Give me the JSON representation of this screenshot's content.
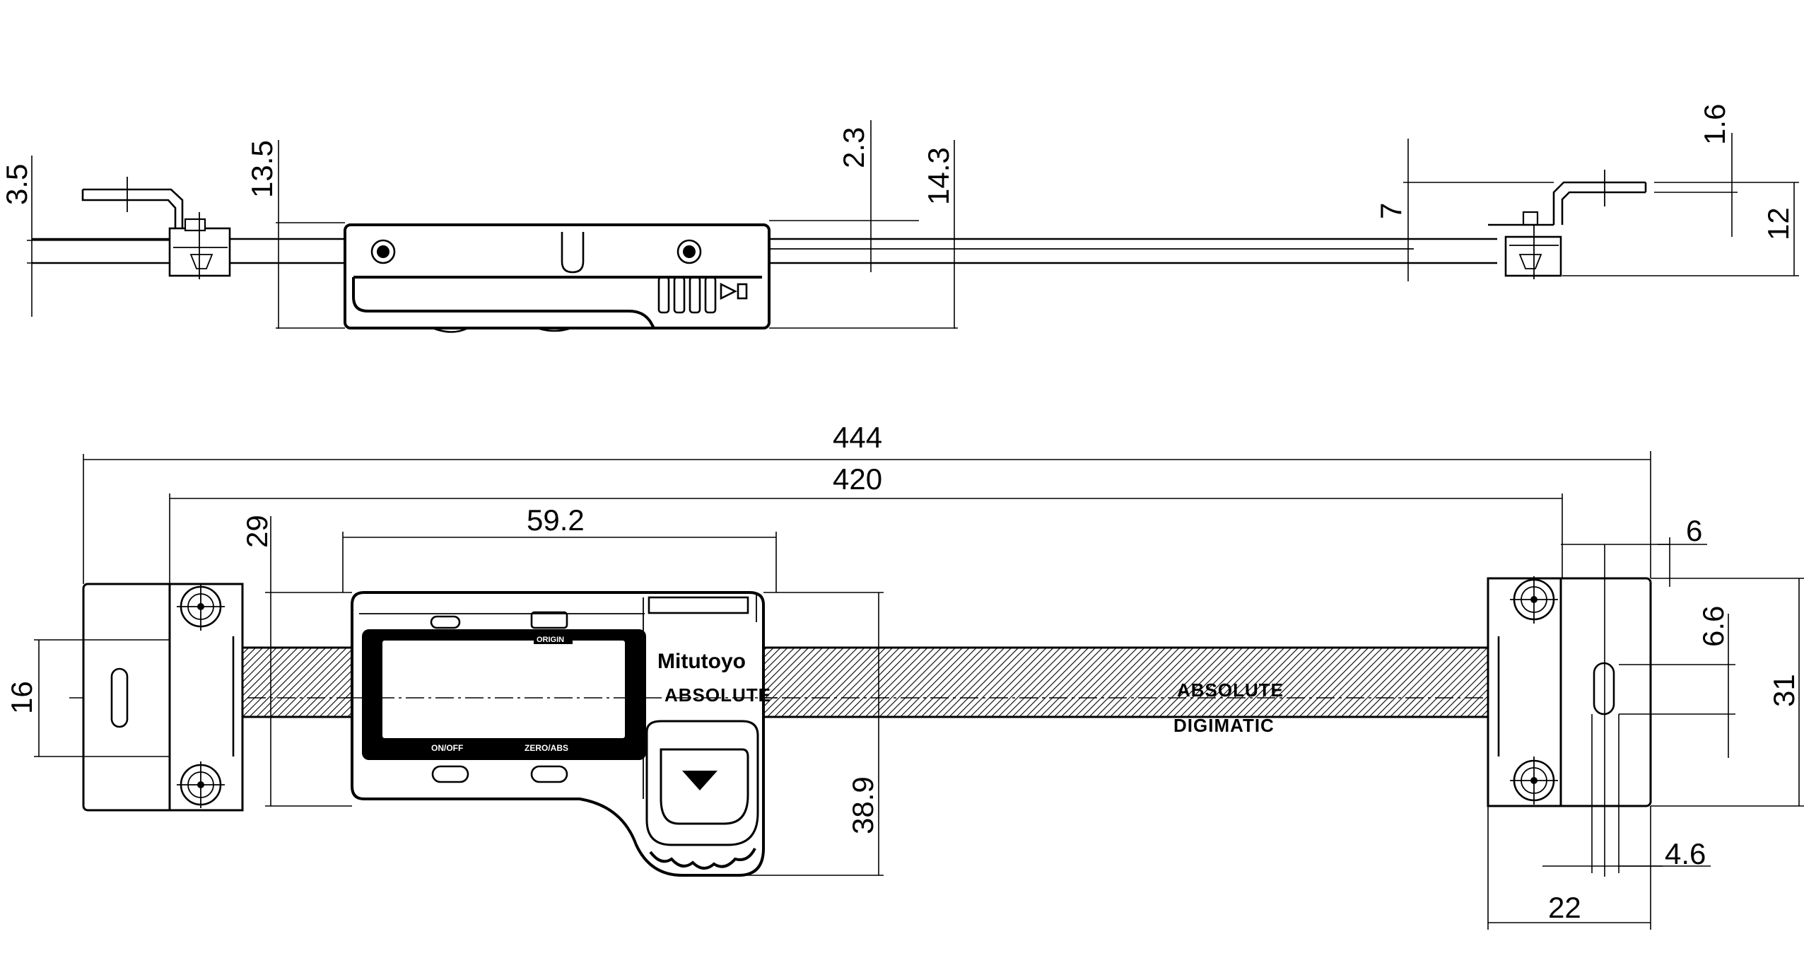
{
  "dimensions": {
    "top_view": {
      "d3_5": "3.5",
      "d13_5": "13.5",
      "d2_3": "2.3",
      "d14_3": "14.3",
      "d7": "7",
      "d1_6": "1.6",
      "d12": "12"
    },
    "front_view": {
      "d444": "444",
      "d420": "420",
      "d59_2": "59.2",
      "d29": "29",
      "d16": "16",
      "d38_9": "38.9",
      "d6": "6",
      "d6_6": "6.6",
      "d31": "31",
      "d4_6": "4.6",
      "d22": "22"
    }
  },
  "labels": {
    "brand": "Mitutoyo",
    "absolute_head": "ABSOLUTE",
    "absolute_scale": "ABSOLUTE",
    "digimatic": "DIGIMATIC",
    "button_origin": "ORIGIN",
    "button_on_off": "ON/OFF",
    "button_zero_abs": "ZERO/ABS"
  }
}
